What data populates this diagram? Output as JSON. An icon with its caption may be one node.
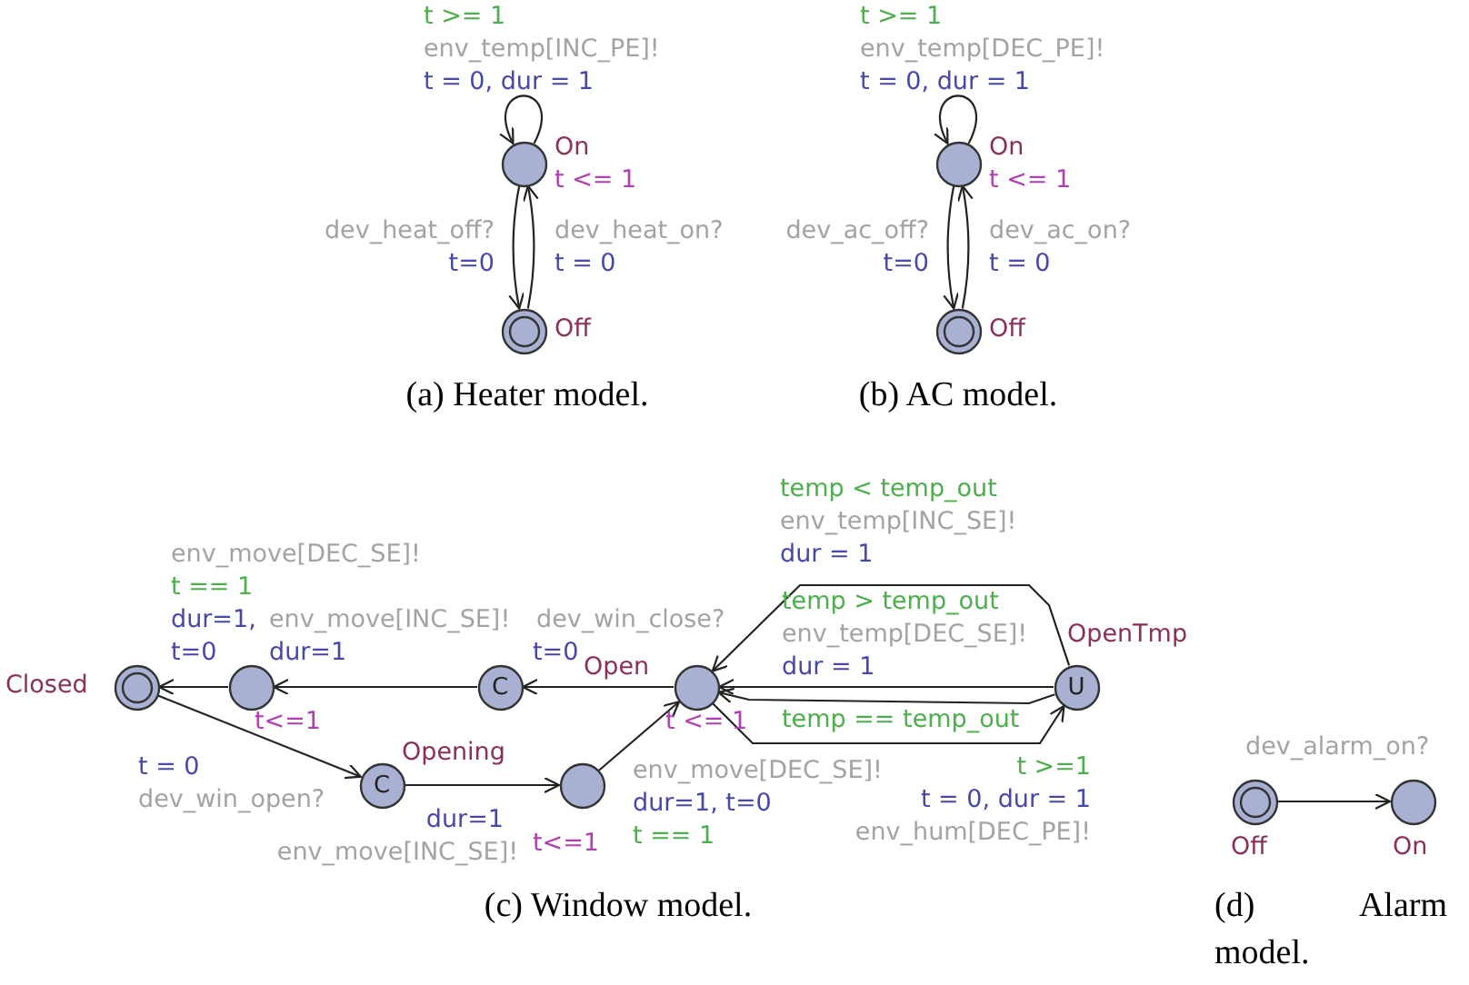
{
  "diagram": {
    "nodes": [
      {
        "text": [
          "On"
        ],
        "beside": [
          "t <= 1"
        ]
      },
      {
        "text": [
          "Off"
        ]
      },
      {
        "text": [
          "On"
        ],
        "beside": [
          "t <= 1"
        ]
      },
      {
        "text": [
          "Off"
        ]
      },
      {
        "text": [
          "Closed"
        ]
      },
      {
        "text": [],
        "shape": "circle",
        "beside": [
          "t<=1"
        ]
      },
      {
        "text": [
          "C"
        ]
      },
      {
        "text": [
          "Open"
        ],
        "beside": [
          "t <= 1"
        ]
      },
      {
        "text": [
          "OpenTmp",
          "U"
        ]
      },
      {
        "text": [
          "Opening",
          "C"
        ]
      },
      {
        "text": [],
        "shape": "circle",
        "beside": [
          "t<=1"
        ]
      },
      {
        "text": [
          "Off"
        ]
      },
      {
        "text": [
          "On"
        ]
      }
    ],
    "edges": [
      {
        "from": 0,
        "to": 0,
        "arrow": "to"
      },
      {
        "from": 0,
        "to": 1,
        "arrow": "to"
      },
      {
        "from": 1,
        "to": 0,
        "arrow": "to"
      },
      {
        "from": 2,
        "to": 2,
        "arrow": "to"
      },
      {
        "from": 2,
        "to": 3,
        "arrow": "to"
      },
      {
        "from": 3,
        "to": 2,
        "arrow": "to"
      },
      {
        "from": 4,
        "to": 9,
        "arrow": "to"
      },
      {
        "from": 9,
        "to": 10,
        "arrow": "to"
      },
      {
        "from": 10,
        "to": 7,
        "arrow": "to"
      },
      {
        "from": 7,
        "to": 6,
        "arrow": "to"
      },
      {
        "from": 6,
        "to": 5,
        "arrow": "to"
      },
      {
        "from": 5,
        "to": 4,
        "arrow": "to"
      },
      {
        "from": 8,
        "to": 7,
        "arrow": "to"
      },
      {
        "from": 8,
        "to": 7,
        "arrow": "to"
      },
      {
        "from": 8,
        "to": 7,
        "arrow": "to"
      },
      {
        "from": 7,
        "to": 8,
        "arrow": "to"
      },
      {
        "from": 11,
        "to": 12,
        "arrow": "to"
      }
    ],
    "labels": [
      "t >= 1",
      "env_temp[INC_PE]!",
      "t = 0, dur = 1",
      "dev_heat_off?",
      "t=0",
      "dev_heat_on?",
      "t = 0",
      "t >= 1",
      "env_temp[DEC_PE]!",
      "t = 0, dur = 1",
      "dev_ac_off?",
      "t=0",
      "dev_ac_on?",
      "t = 0",
      "(a) Heater model.",
      "(b) AC model.",
      "temp < temp_out",
      "env_temp[INC_SE]!",
      "dur = 1",
      "temp > temp_out",
      "env_temp[DEC_SE]!",
      "dur = 1",
      "env_move[DEC_SE]!",
      "t == 1",
      "dur=1,",
      "t=0",
      "env_move[INC_SE]!",
      "dur=1",
      "dev_win_close?",
      "t=0",
      "temp == temp_out",
      "t = 0",
      "dev_win_open?",
      "env_move[DEC_SE]!",
      "dur=1, t=0",
      "t == 1",
      "t >=1",
      "t = 0, dur = 1",
      "env_hum[DEC_PE]!",
      "dur=1",
      "env_move[INC_SE]!",
      "dev_alarm_on?",
      "(c) Window model.",
      "(d) Alarm model."
    ]
  }
}
